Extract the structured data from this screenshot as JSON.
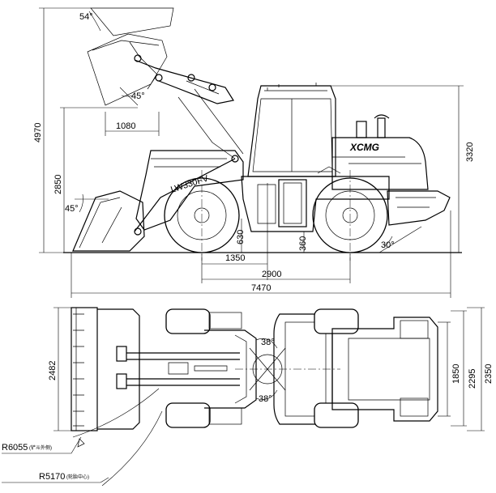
{
  "side_view": {
    "brand_logo": "XCMG",
    "model_badge": "LW330FV",
    "dimensions": {
      "overall_height": "4970",
      "hinge_pin_height": "2850",
      "cab_height": "3320",
      "reach": "1080",
      "wheel_base_front": "1350",
      "wheelbase": "2900",
      "overall_length": "7470",
      "ground_clearance": "360",
      "dump_clearance": "630",
      "dump_angle": "45°",
      "rollback_angle": "45°",
      "top_angle": "54°",
      "departure_angle": "30°"
    }
  },
  "top_view": {
    "dimensions": {
      "bucket_width": "2482",
      "tread": "1850",
      "width_over_tires": "2295",
      "overall_width": "2350",
      "steer_angle_upper": "38°",
      "steer_angle_lower": "38°"
    },
    "radii": [
      {
        "value": "R6055",
        "note": "(铲斗外侧)"
      },
      {
        "value": "R5170",
        "note": "(轮胎中心)"
      }
    ]
  }
}
